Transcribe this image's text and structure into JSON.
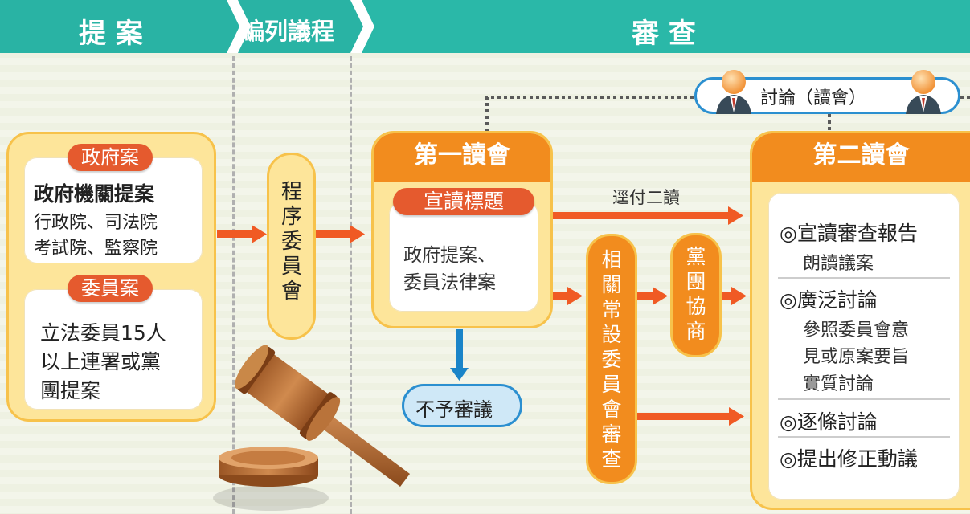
{
  "header": {
    "proposal": "提 案",
    "agenda": "編列議程",
    "review": "審 查"
  },
  "left": {
    "gov_pill": "政府案",
    "gov_line1": "政府機關提案",
    "gov_line2": "行政院、司法院",
    "gov_line3": "考試院、監察院",
    "member_pill": "委員案",
    "member_line1": "立法委員15人",
    "member_line2": "以上連署或黨",
    "member_line3": "團提案"
  },
  "procedure_committee": "程序委員會",
  "first_reading": {
    "title": "第一讀會",
    "pill": "宣讀標題",
    "line1": "政府提案、",
    "line2": "委員法律案"
  },
  "direct_label": "逕付二讀",
  "no_review": "不予審議",
  "standing_committee": "相關常設委員會審查",
  "party_negotiation": "黨團協商",
  "discussion": "討論（讀會）",
  "second_reading": {
    "title": "第二讀會",
    "items": [
      {
        "head": "◎宣讀審查報告",
        "sub": [
          "朗讀議案"
        ]
      },
      {
        "head": "◎廣泛討論",
        "sub": [
          "參照委員會意",
          "見或原案要旨",
          "實質討論"
        ]
      },
      {
        "head": "◎逐條討論",
        "sub": []
      },
      {
        "head": "◎提出修正動議",
        "sub": []
      }
    ]
  },
  "colors": {
    "header_teal": "#29b3a4",
    "panel_yellow": "#fde59a",
    "panel_border": "#f7c24b",
    "pill_red": "#e55a2e",
    "orange": "#f28c1e",
    "arrow_orange": "#f05a24",
    "arrow_blue": "#1a84c8",
    "light_blue": "#cfe8f7"
  },
  "icons": [
    "gavel-icon",
    "person-icon"
  ]
}
